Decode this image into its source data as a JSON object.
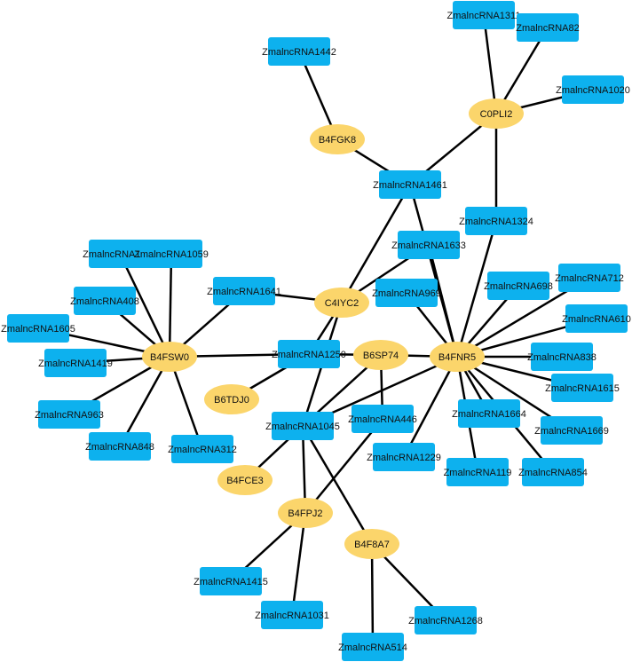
{
  "network": {
    "colors": {
      "rna_node": "#0db1ee",
      "protein_node": "#fbd56b",
      "edge": "#000000",
      "label": "#111111"
    },
    "nodes": [
      {
        "id": "B4FSW0",
        "type": "protein",
        "label": "B4FSW0"
      },
      {
        "id": "B4FNR5",
        "type": "protein",
        "label": "B4FNR5"
      },
      {
        "id": "C4IYC2",
        "type": "protein",
        "label": "C4IYC2"
      },
      {
        "id": "B6SP74",
        "type": "protein",
        "label": "B6SP74"
      },
      {
        "id": "B6TDJ0",
        "type": "protein",
        "label": "B6TDJ0"
      },
      {
        "id": "B4FCE3",
        "type": "protein",
        "label": "B4FCE3"
      },
      {
        "id": "B4FPJ2",
        "type": "protein",
        "label": "B4FPJ2"
      },
      {
        "id": "B4F8A7",
        "type": "protein",
        "label": "B4F8A7"
      },
      {
        "id": "B4FGK8",
        "type": "protein",
        "label": "B4FGK8"
      },
      {
        "id": "C0PLI2",
        "type": "protein",
        "label": "C0PLI2"
      },
      {
        "id": "R1311",
        "type": "rna",
        "label": "ZmalncRNA1311"
      },
      {
        "id": "R82",
        "type": "rna",
        "label": "ZmalncRNA82"
      },
      {
        "id": "R1020",
        "type": "rna",
        "label": "ZmalncRNA1020"
      },
      {
        "id": "R1442",
        "type": "rna",
        "label": "ZmalncRNA1442"
      },
      {
        "id": "R1461",
        "type": "rna",
        "label": "ZmalncRNA1461"
      },
      {
        "id": "R1324",
        "type": "rna",
        "label": "ZmalncRNA1324"
      },
      {
        "id": "R1633",
        "type": "rna",
        "label": "ZmalncRNA1633"
      },
      {
        "id": "R1622",
        "type": "rna",
        "label": "ZmalncRNA1622"
      },
      {
        "id": "R1059",
        "type": "rna",
        "label": "ZmalncRNA1059"
      },
      {
        "id": "R408",
        "type": "rna",
        "label": "ZmalncRNA408"
      },
      {
        "id": "R1641",
        "type": "rna",
        "label": "ZmalncRNA1641"
      },
      {
        "id": "R969",
        "type": "rna",
        "label": "ZmalncRNA969"
      },
      {
        "id": "R698",
        "type": "rna",
        "label": "ZmalncRNA698"
      },
      {
        "id": "R712",
        "type": "rna",
        "label": "ZmalncRNA712"
      },
      {
        "id": "R1605",
        "type": "rna",
        "label": "ZmalncRNA1605"
      },
      {
        "id": "R610",
        "type": "rna",
        "label": "ZmalncRNA610"
      },
      {
        "id": "R1419",
        "type": "rna",
        "label": "ZmalncRNA1419"
      },
      {
        "id": "R1250",
        "type": "rna",
        "label": "ZmalncRNA1250"
      },
      {
        "id": "R838",
        "type": "rna",
        "label": "ZmalncRNA838"
      },
      {
        "id": "R1615",
        "type": "rna",
        "label": "ZmalncRNA1615"
      },
      {
        "id": "R963",
        "type": "rna",
        "label": "ZmalncRNA963"
      },
      {
        "id": "R1045",
        "type": "rna",
        "label": "ZmalncRNA1045"
      },
      {
        "id": "R446",
        "type": "rna",
        "label": "ZmalncRNA446"
      },
      {
        "id": "R1664",
        "type": "rna",
        "label": "ZmalncRNA1664"
      },
      {
        "id": "R1669",
        "type": "rna",
        "label": "ZmalncRNA1669"
      },
      {
        "id": "R848",
        "type": "rna",
        "label": "ZmalncRNA848"
      },
      {
        "id": "R312",
        "type": "rna",
        "label": "ZmalncRNA312"
      },
      {
        "id": "R1229",
        "type": "rna",
        "label": "ZmalncRNA1229"
      },
      {
        "id": "R119",
        "type": "rna",
        "label": "ZmalncRNA119"
      },
      {
        "id": "R854",
        "type": "rna",
        "label": "ZmalncRNA854"
      },
      {
        "id": "R1415",
        "type": "rna",
        "label": "ZmalncRNA1415"
      },
      {
        "id": "R1268",
        "type": "rna",
        "label": "ZmalncRNA1268"
      },
      {
        "id": "R1031",
        "type": "rna",
        "label": "ZmalncRNA1031"
      },
      {
        "id": "R514",
        "type": "rna",
        "label": "ZmalncRNA514"
      }
    ],
    "edges": [
      [
        "B4FSW0",
        "R1605"
      ],
      [
        "B4FSW0",
        "R408"
      ],
      [
        "B4FSW0",
        "R1622"
      ],
      [
        "B4FSW0",
        "R1059"
      ],
      [
        "B4FSW0",
        "R1641"
      ],
      [
        "B4FSW0",
        "R1419"
      ],
      [
        "B4FSW0",
        "R963"
      ],
      [
        "B4FSW0",
        "R848"
      ],
      [
        "B4FSW0",
        "R312"
      ],
      [
        "B4FSW0",
        "R1250"
      ],
      [
        "B4FNR5",
        "R1633"
      ],
      [
        "B4FNR5",
        "R1461"
      ],
      [
        "B4FNR5",
        "R1324"
      ],
      [
        "B4FNR5",
        "R969"
      ],
      [
        "B4FNR5",
        "R698"
      ],
      [
        "B4FNR5",
        "R712"
      ],
      [
        "B4FNR5",
        "R610"
      ],
      [
        "B4FNR5",
        "R838"
      ],
      [
        "B4FNR5",
        "R1615"
      ],
      [
        "B4FNR5",
        "R1664"
      ],
      [
        "B4FNR5",
        "R1669"
      ],
      [
        "B4FNR5",
        "R854"
      ],
      [
        "B4FNR5",
        "R119"
      ],
      [
        "B4FNR5",
        "R1229"
      ],
      [
        "B4FNR5",
        "R1045"
      ],
      [
        "B4FNR5",
        "B6SP74"
      ],
      [
        "C4IYC2",
        "R1641"
      ],
      [
        "C4IYC2",
        "R1633"
      ],
      [
        "C4IYC2",
        "R1461"
      ],
      [
        "C4IYC2",
        "R1250"
      ],
      [
        "C4IYC2",
        "R1045"
      ],
      [
        "B6SP74",
        "R1250"
      ],
      [
        "B6SP74",
        "R446"
      ],
      [
        "B6SP74",
        "R1045"
      ],
      [
        "B6TDJ0",
        "R1250"
      ],
      [
        "B4FCE3",
        "R1045"
      ],
      [
        "B4FPJ2",
        "R1045"
      ],
      [
        "B4FPJ2",
        "R446"
      ],
      [
        "B4FPJ2",
        "R1415"
      ],
      [
        "B4FPJ2",
        "R1031"
      ],
      [
        "B4F8A7",
        "R1045"
      ],
      [
        "B4F8A7",
        "R1268"
      ],
      [
        "B4F8A7",
        "R514"
      ],
      [
        "B4FGK8",
        "R1442"
      ],
      [
        "B4FGK8",
        "R1461"
      ],
      [
        "C0PLI2",
        "R1311"
      ],
      [
        "C0PLI2",
        "R82"
      ],
      [
        "C0PLI2",
        "R1020"
      ],
      [
        "C0PLI2",
        "R1461"
      ],
      [
        "C0PLI2",
        "R1324"
      ]
    ]
  }
}
